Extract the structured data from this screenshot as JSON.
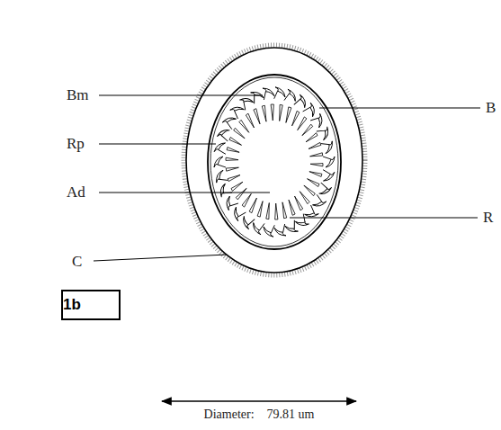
{
  "diagram": {
    "nodes": [
      {
        "text": [
          "1b"
        ]
      }
    ],
    "labels": [
      "Bm",
      "B",
      "Rp",
      "Ad",
      "R",
      "C",
      "Diameter:    79.81 um"
    ]
  }
}
